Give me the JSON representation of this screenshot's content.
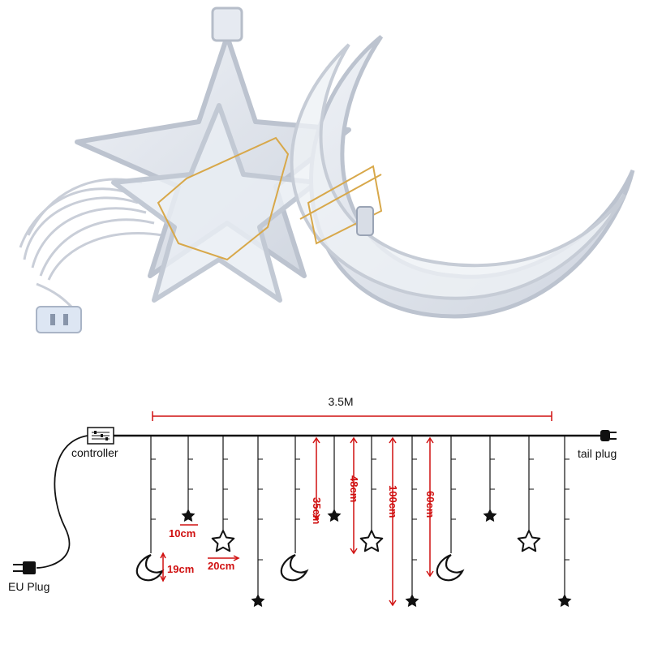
{
  "diagram": {
    "total_length": "3.5M",
    "controller_label": "controller",
    "tail_plug_label": "tail plug",
    "eu_plug_label": "EU Plug",
    "dimensions": {
      "star_width": "10cm",
      "star_outline_width": "20cm",
      "moon_height": "19cm",
      "drop_35": "35cm",
      "drop_48": "48cm",
      "drop_100": "100cm",
      "drop_60": "60cm"
    },
    "dimension_color": "#d01010",
    "line_color": "#111111"
  }
}
